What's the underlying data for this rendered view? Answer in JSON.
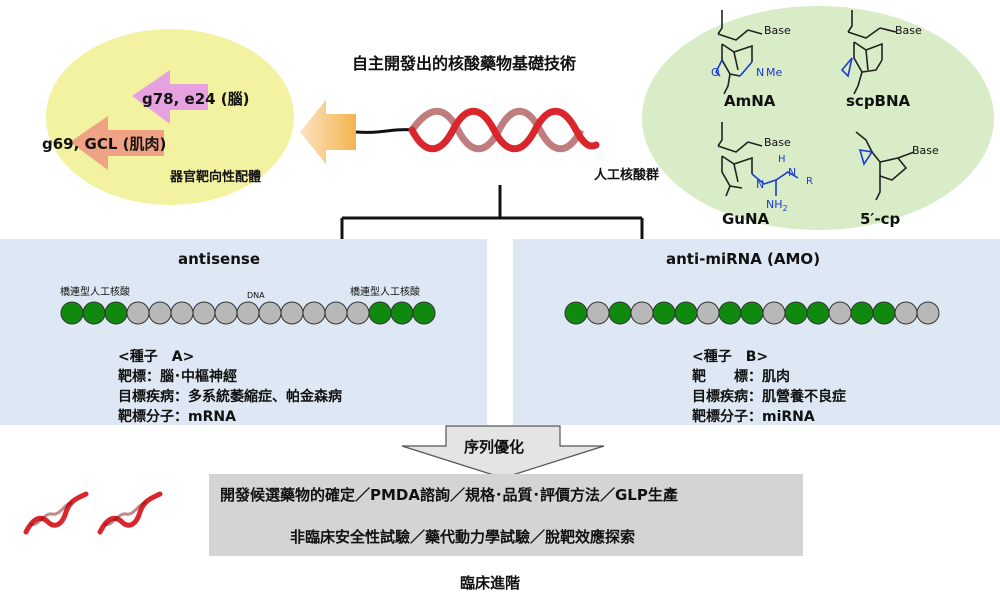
{
  "title": "自主開發出的核酸藥物基礎技術",
  "left_cluster": {
    "label_brain": "g78, e24 (腦)",
    "label_muscle": "g69, GCL (肌肉)",
    "caption": "器官靶向性配體"
  },
  "right_cluster": {
    "caption": "人工核酸群",
    "items": [
      {
        "name": "AmNA",
        "base": "Base",
        "sub": "N",
        "me": "Me",
        "o": "O"
      },
      {
        "name": "scpBNA",
        "base": "Base"
      },
      {
        "name": "GuNA",
        "base": "Base",
        "n": "N",
        "nh": "N",
        "h": "H",
        "r": "R",
        "nh2": "NH"
      },
      {
        "name": "5′-cp",
        "base": "Base"
      }
    ]
  },
  "panel_a": {
    "title": "antisense",
    "label_left": "橋連型人工核酸",
    "label_mid": "DNA",
    "label_right": "橋連型人工核酸",
    "beads": [
      "g",
      "g",
      "g",
      "s",
      "s",
      "s",
      "s",
      "s",
      "s",
      "s",
      "s",
      "s",
      "s",
      "s",
      "g",
      "g",
      "g"
    ],
    "seed": "<種子　A>",
    "target": "靶標：腦･中樞神經",
    "disease": "目標疾病：多系統萎縮症、帕金森病",
    "molecule": "靶標分子：mRNA"
  },
  "panel_b": {
    "title": "anti-miRNA (AMO)",
    "beads": [
      "g",
      "s",
      "g",
      "s",
      "g",
      "g",
      "s",
      "g",
      "g",
      "s",
      "g",
      "g",
      "s",
      "g",
      "g",
      "s",
      "s"
    ],
    "seed": "<種子　B>",
    "target": "靶　　標：肌肉",
    "disease": "目標疾病：肌營養不良症",
    "molecule": "靶標分子：miRNA"
  },
  "optimization_label": "序列優化",
  "steps": {
    "line1": "開發候選藥物的確定／PMDA諮詢／規格･品質･評價方法／GLP生產",
    "line2": "非臨床安全性試驗／藥代動力學試驗／脫靶效應探索"
  },
  "clinical": "臨床進階",
  "colors": {
    "panel_bg": "#dde8f4",
    "bead_green": "#0f8a0f",
    "bead_gray": "#b8b8b8",
    "yellow_ellipse": "#f3f2a0",
    "green_ellipse": "#d8ecc8",
    "helix": "#d9262c",
    "strip": "#d4d4d4"
  }
}
